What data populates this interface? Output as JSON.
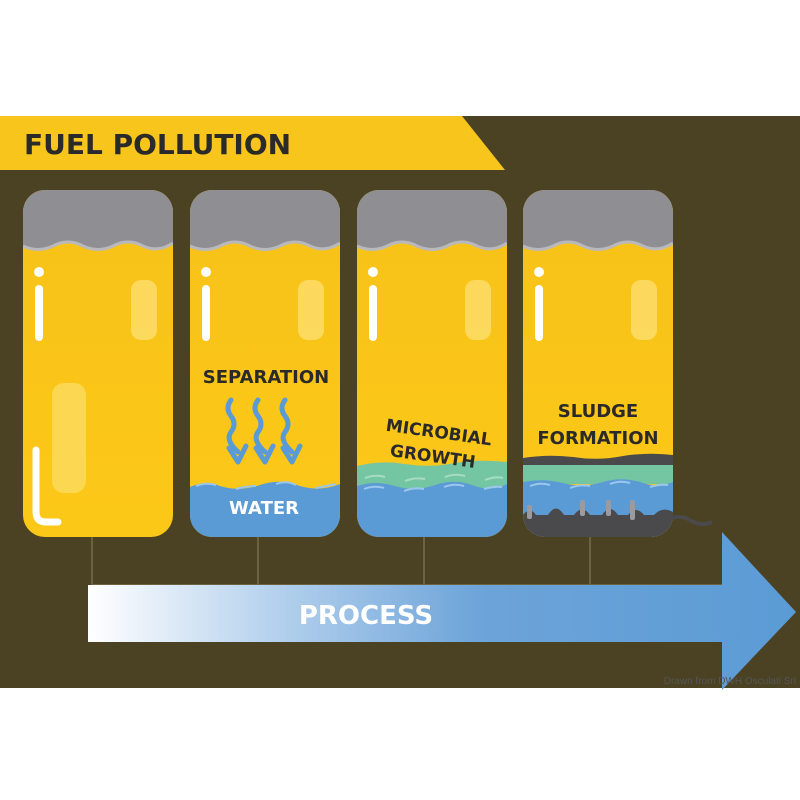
{
  "title": "FUEL POLLUTION",
  "process_label": "PROCESS",
  "labels": {
    "separation": "SEPARATION",
    "water": "WATER",
    "microbial_line1": "MICROBIAL",
    "microbial_line2": "GROWTH",
    "sludge_line1": "SLUDGE",
    "sludge_line2": "FORMATION"
  },
  "credit": "Drawn from DWH Osculati Srl",
  "colors": {
    "background": "#4a4222",
    "title_band": "#f7c51c",
    "fuel": "#fbc31a",
    "headspace": "#8f8f93",
    "water": "#5b9bd5",
    "microbial": "#74c6a3",
    "sludge": "#4a4a4c",
    "arrow": "#5b9bd5",
    "label_text": "#2a2a2a",
    "white_text": "#ffffff"
  },
  "tanks": [
    {
      "stage": "clean fuel",
      "layers": [
        "headspace",
        "fuel"
      ]
    },
    {
      "stage": "separation",
      "layers": [
        "headspace",
        "fuel",
        "water"
      ]
    },
    {
      "stage": "microbial growth",
      "layers": [
        "headspace",
        "fuel",
        "microbial",
        "water"
      ]
    },
    {
      "stage": "sludge formation",
      "layers": [
        "headspace",
        "fuel",
        "sludge",
        "microbial",
        "water",
        "sludge"
      ]
    }
  ]
}
